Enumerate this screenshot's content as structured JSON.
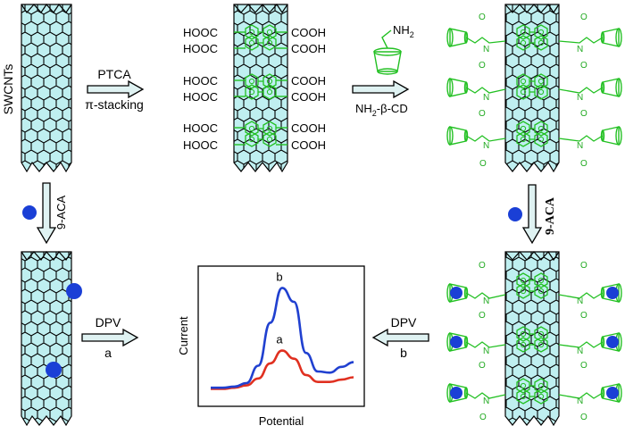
{
  "colors": {
    "tube_fill": "#bfeff0",
    "tube_line": "#000000",
    "green": "#22c022",
    "dot": "#1a3fd6",
    "arrow_fill": "#dff2f2",
    "curve_a": "#e03020",
    "curve_b": "#2040d0"
  },
  "labels": {
    "swcnts": "SWCNTs",
    "ptca": "PTCA",
    "pi_stacking": "π-stacking",
    "nh2": "NH",
    "nh2_sub": "2",
    "nh2_cd": "NH",
    "nh2_cd_sub": "2",
    "nh2_cd_rest": "-β-CD",
    "aca_left": "9-ACA",
    "aca_right": "9-ACA",
    "dpv_left": "DPV",
    "dpv_left_sub": "a",
    "dpv_right": "DPV",
    "dpv_right_sub": "b",
    "hooc": "HOOC",
    "cooh": "COOH",
    "o": "O",
    "n": "N"
  },
  "chart_data": {
    "type": "line",
    "xlabel": "Potential",
    "ylabel": "Current",
    "series": [
      {
        "name": "a",
        "values": [
          0.05,
          0.05,
          0.06,
          0.08,
          0.14,
          0.27,
          0.38,
          0.31,
          0.17,
          0.11,
          0.11,
          0.13,
          0.15
        ]
      },
      {
        "name": "b",
        "values": [
          0.06,
          0.06,
          0.07,
          0.1,
          0.25,
          0.62,
          0.92,
          0.8,
          0.36,
          0.2,
          0.19,
          0.24,
          0.28
        ]
      }
    ]
  }
}
